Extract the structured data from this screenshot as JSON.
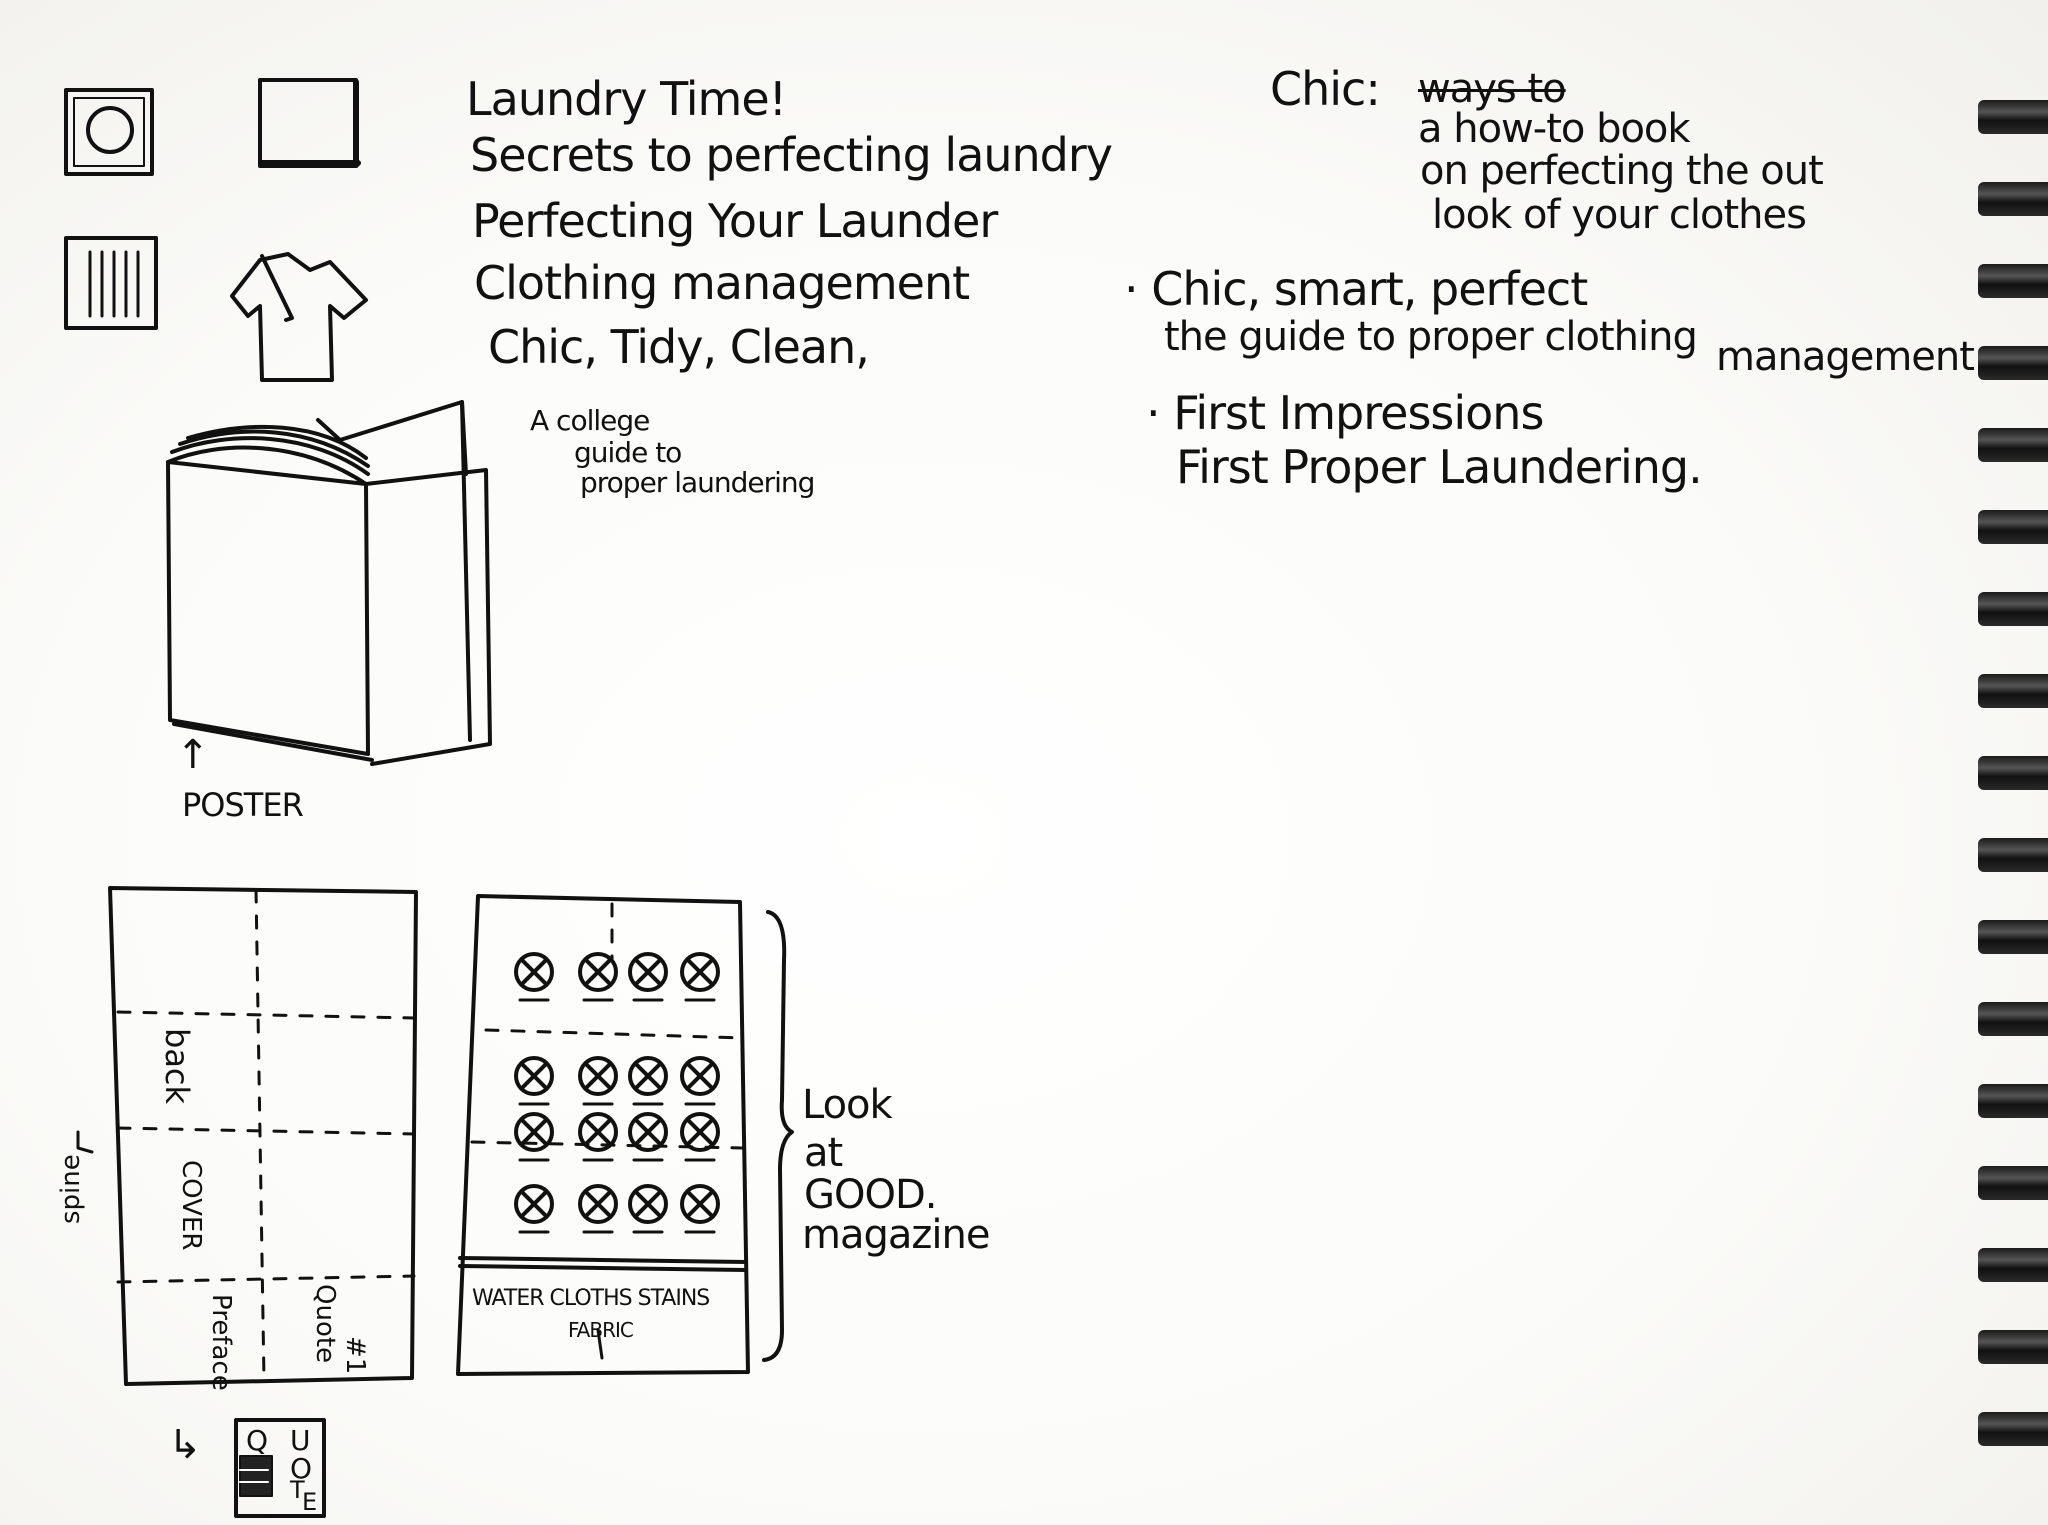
{
  "icons": [
    "washer-symbol-icon",
    "square-symbol-icon",
    "lines-symbol-icon",
    "tshirt-icon"
  ],
  "titles": {
    "t1": "Laundry Time!",
    "t2": "Secrets to perfecting laundry",
    "t3": "Perfecting Your Launder",
    "t4": "Clothing management",
    "t5": "Chic, Tidy, Clean,"
  },
  "chic": {
    "label": "Chic:",
    "struck": "ways to",
    "line1": "a how-to book",
    "line2": "on perfecting the out",
    "line3": "look of your clothes"
  },
  "options": {
    "a1": "· Chic, smart, perfect",
    "a2": "the guide to proper clothing",
    "a3": "management",
    "b1": "· First Impressions",
    "b2": "First Proper Laundering."
  },
  "college": {
    "l1": "A college",
    "l2": "guide to",
    "l3": "proper laundering"
  },
  "poster": {
    "arrow": "↑",
    "label": "POSTER"
  },
  "fold": {
    "back": "back",
    "cover": "COVER",
    "preface": "Preface",
    "quote": "Quote",
    "num": "#1",
    "spine": "spine"
  },
  "grid": {
    "categories": "WATER CLOTHS STAINS",
    "fabric": "FABRIC"
  },
  "note": {
    "l1": "Look",
    "l2": "at",
    "l3": "GOOD.",
    "l4": "magazine"
  },
  "quote_box": {
    "arrow": "↳",
    "q": "Q",
    "u": "U",
    "o": "O",
    "t": "T",
    "e": "E"
  }
}
